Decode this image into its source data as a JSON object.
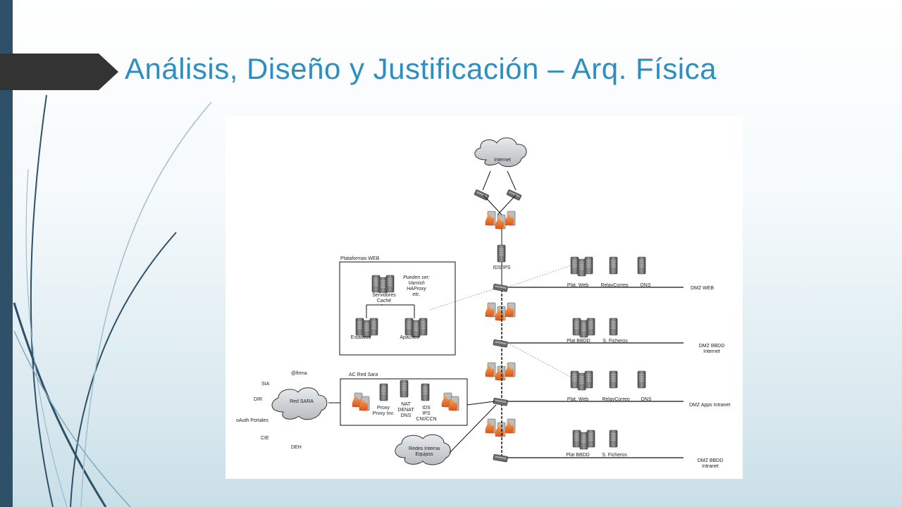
{
  "slide": {
    "title": "Análisis, Diseño y Justificación – Arq. Física"
  },
  "colors": {
    "accent": "#2e8ec0",
    "left_bar": "#2e5068",
    "title_tab": "#333333",
    "firewall": "#e8762b"
  },
  "diagram": {
    "internet": "Internet",
    "ids_ips": "IDS/IPS",
    "plataformas_web": {
      "title": "Plataformas WEB",
      "note": "Pueden ser:\nVarnish\nHAProxy\netc.",
      "cache": "Servidores\nCaché",
      "estaticos": "Estáticos",
      "apaches": "Apaches"
    },
    "dmz_web": {
      "label": "DMZ WEB",
      "servers": [
        "Plat. Web",
        "RelayCorreo",
        "DNS"
      ]
    },
    "dmz_bbdd_internet": {
      "label": "DMZ BBDD\nInternet",
      "servers": [
        "Plat BBDD",
        "S. Ficheros"
      ]
    },
    "dmz_apps_intranet": {
      "label": "DMZ Apps Intranet",
      "servers": [
        "Plat. Web",
        "RelayCorreo",
        "DNS"
      ]
    },
    "dmz_bbdd_intranet": {
      "label": "DMZ BBDD\nIntranet",
      "servers": [
        "Plat BBDD",
        "S. Ficheros"
      ]
    },
    "red_sara": {
      "cloud": "Red SARA",
      "services": [
        "@firma",
        "SIA",
        "DIR",
        "oAuth Portales",
        "CIE",
        "DEH"
      ]
    },
    "ac_red_sara": {
      "title": "AC Red Sara",
      "proxy": "Proxy\nProxy Inv.",
      "nat": "NAT\nDENAT\nDNS",
      "ids": "IDS\nIPS\nCNI/CCN"
    },
    "redes_internas": "Redes Interna\nEquipos"
  }
}
